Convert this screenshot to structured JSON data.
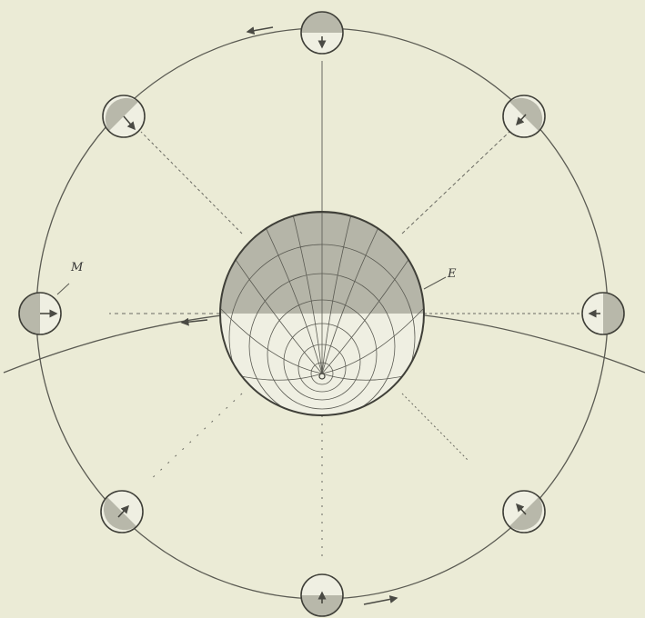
{
  "diagram": {
    "labels": {
      "moon": "M",
      "earth": "E"
    },
    "colors": {
      "background": "#ebebd6",
      "line": "#4a4a44",
      "shade": "#b8b8aa",
      "globe_shade": "#b5b5a8"
    },
    "moon_phases": [
      {
        "id": "top",
        "arrow": "down"
      },
      {
        "id": "top-right",
        "arrow": "down-left"
      },
      {
        "id": "right",
        "arrow": "left"
      },
      {
        "id": "bottom-right",
        "arrow": "up-left"
      },
      {
        "id": "bottom",
        "arrow": "up"
      },
      {
        "id": "bottom-left",
        "arrow": "up-right"
      },
      {
        "id": "left",
        "arrow": "right"
      },
      {
        "id": "top-left",
        "arrow": "down-right"
      }
    ]
  }
}
